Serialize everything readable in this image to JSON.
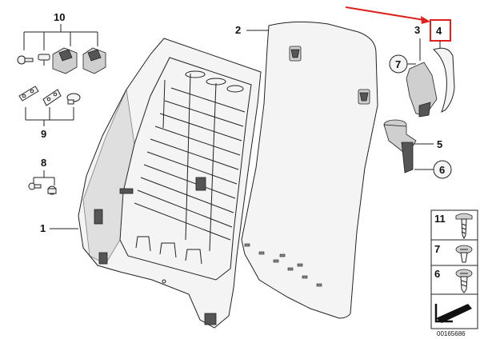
{
  "callouts": {
    "c1": "1",
    "c2": "2",
    "c3": "3",
    "c4": "4",
    "c5": "5",
    "c6": "6",
    "c7": "7",
    "c8": "8",
    "c9": "9",
    "c10": "10"
  },
  "legend": {
    "row1": "11",
    "row2": "7",
    "row3": "6"
  },
  "diagram_code": "00165686",
  "colors": {
    "highlight": "#e0201b",
    "line": "#222222"
  }
}
